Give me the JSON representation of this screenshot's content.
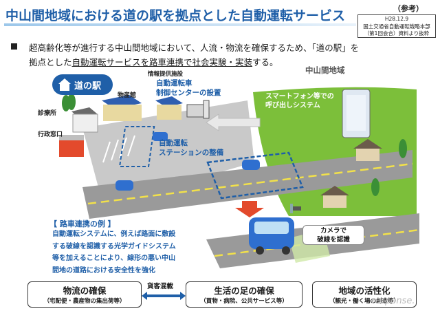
{
  "header": {
    "title": "中山間地域における道の駅を拠点とした自動運転サービス",
    "ref_tag": "（参考）",
    "ref_lines": [
      "H28.12.9",
      "国土交通省自動運転戦略本部",
      "（第1回会合）資料より抜粋"
    ]
  },
  "intro": {
    "line1": "超高齢化等が進行する中山間地域において、人流・物流を確保するため、「道の駅」を",
    "line2_pre": "拠点とした",
    "line2_u1": "自動運転サービスを路車連携で社会実験・実装",
    "line2_post": "する。"
  },
  "diagram": {
    "region_label": "中山間地域",
    "michi_no_eki": "道の駅",
    "bussankan": "物産館",
    "shinryojo": "診療所",
    "gyosei": "行政窓口",
    "facility_head": "情報提供施設",
    "facility_line1": "自動運転車",
    "facility_line2": "制御センターの設置",
    "station_line1": "自動運転",
    "station_line2": "ステーションの整備",
    "phone_line1": "スマートフォン等での",
    "phone_line2": "呼び出しシステム",
    "camera_line1": "カメラで",
    "camera_line2": "破線を認識"
  },
  "example": {
    "title": "【 路車連携の例 】",
    "lines": [
      "自動運転システムに、例えば路面に敷設",
      "する破線を認識する光学ガイドシステム",
      "等を加えることにより、線形の悪い中山",
      "間地の道路における安全性を強化"
    ]
  },
  "bottom": {
    "box1_title": "物流の確保",
    "box1_sub": "（宅配便・農産物の集出荷等）",
    "mix_label": "貨客混載",
    "box2_title": "生活の足の確保",
    "box2_sub": "（買物・病院、公共サービス等）",
    "box3_title": "地域の活性化",
    "box3_sub": "（観光・働く場の創造等）"
  },
  "watermark": "response.",
  "colors": {
    "accent": "#1f5fa8",
    "green": "#7cbf3a",
    "road": "#9a9a9a"
  }
}
